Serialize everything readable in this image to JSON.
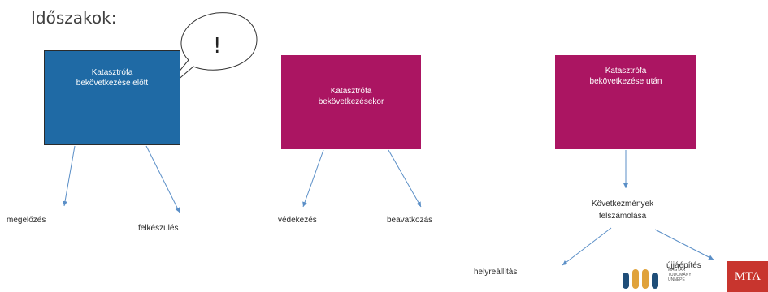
{
  "slide": {
    "title": "Időszakok:",
    "boxes": [
      {
        "lines": [
          "Katasztrófa",
          "bekövetkezése előtt"
        ]
      },
      {
        "lines": [
          "Katasztrófa",
          "bekövetkezésekor"
        ]
      },
      {
        "lines": [
          "Katasztrófa",
          "bekövetkezése után"
        ]
      }
    ],
    "callout": "!",
    "labels": {
      "megelozes": "megelőzés",
      "felkeszules": "felkészülés",
      "vedekezes": "védekezés",
      "beavatkozas": "beavatkozás",
      "kovetkezmenyek_1": "Következmények",
      "kovetkezmenyek_2": "felszámolása",
      "helyreallitas": "helyreállítás",
      "ujjaepites": "újjáépítés"
    },
    "logos": {
      "mta": "MTA",
      "akademia_lines": [
        "MAGYAR",
        "TUDOMÁNY",
        "ÜNNEPE"
      ]
    },
    "colors": {
      "blue": "#1f6aa5",
      "magenta": "#ab1562",
      "arrow": "#5b8fc7",
      "mta_red": "#c8352e"
    }
  }
}
